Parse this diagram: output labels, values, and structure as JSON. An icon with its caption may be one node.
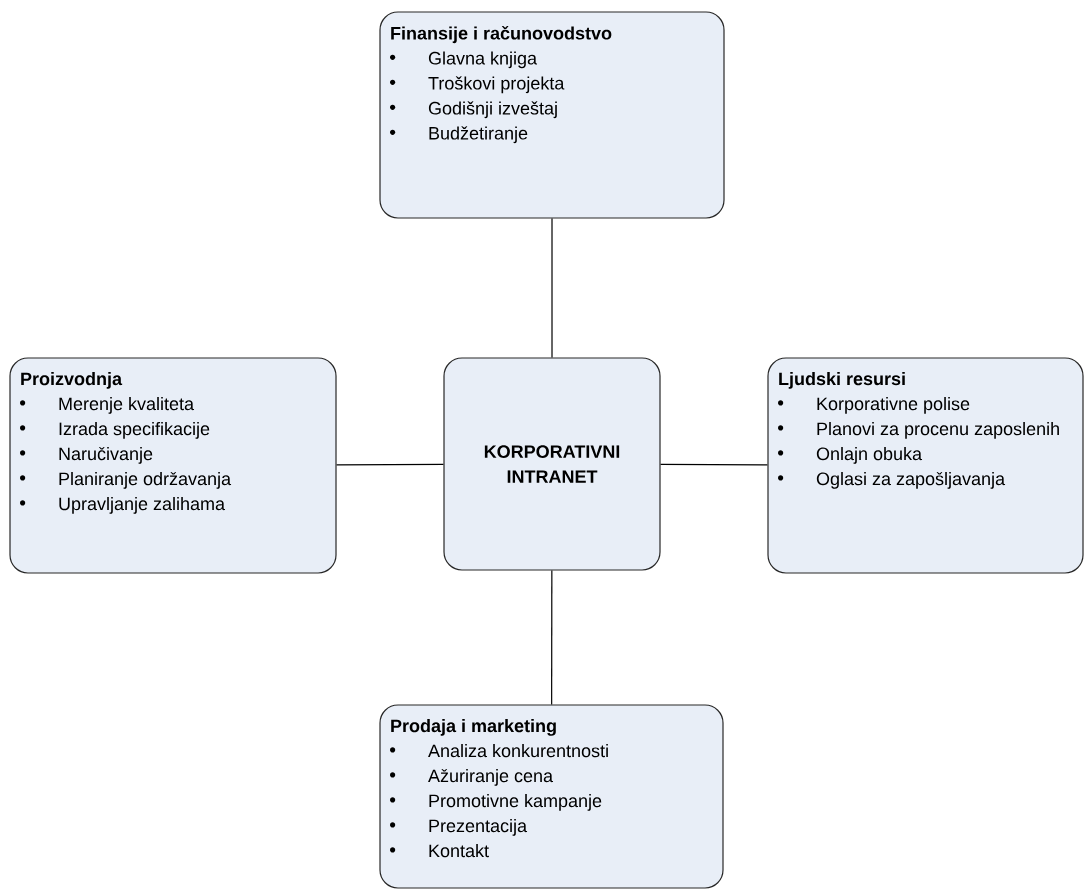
{
  "diagram": {
    "nodes": [
      {
        "text": [
          "Finansije i računovodstvo",
          "Glavna knjiga",
          "Troškovi projekta",
          "Godišnji izveštaj",
          "Budžetiranje"
        ]
      },
      {
        "text": [
          "Proizvodnja",
          "Merenje kvaliteta",
          "Izrada specifikacije",
          "Naručivanje",
          "Planiranje održavanja",
          "Upravljanje zalihama"
        ]
      },
      {
        "text": [
          "KORPORATIVNI INTRANET"
        ]
      },
      {
        "text": [
          "Ljudski resursi",
          "Korporativne polise",
          "Planovi za procenu zaposlenih",
          "Onlajn obuka",
          "Oglasi za zapošljavanja"
        ]
      },
      {
        "text": [
          "Prodaja i marketing",
          "Analiza konkurentnosti",
          "Ažuriranje cena",
          "Promotivne kampanje",
          "Prezentacija",
          "Kontakt"
        ]
      }
    ],
    "edges": [
      {
        "from": 2,
        "to": 0,
        "arrow": "none"
      },
      {
        "from": 2,
        "to": 1,
        "arrow": "none"
      },
      {
        "from": 2,
        "to": 3,
        "arrow": "none"
      },
      {
        "from": 2,
        "to": 4,
        "arrow": "none"
      }
    ]
  }
}
